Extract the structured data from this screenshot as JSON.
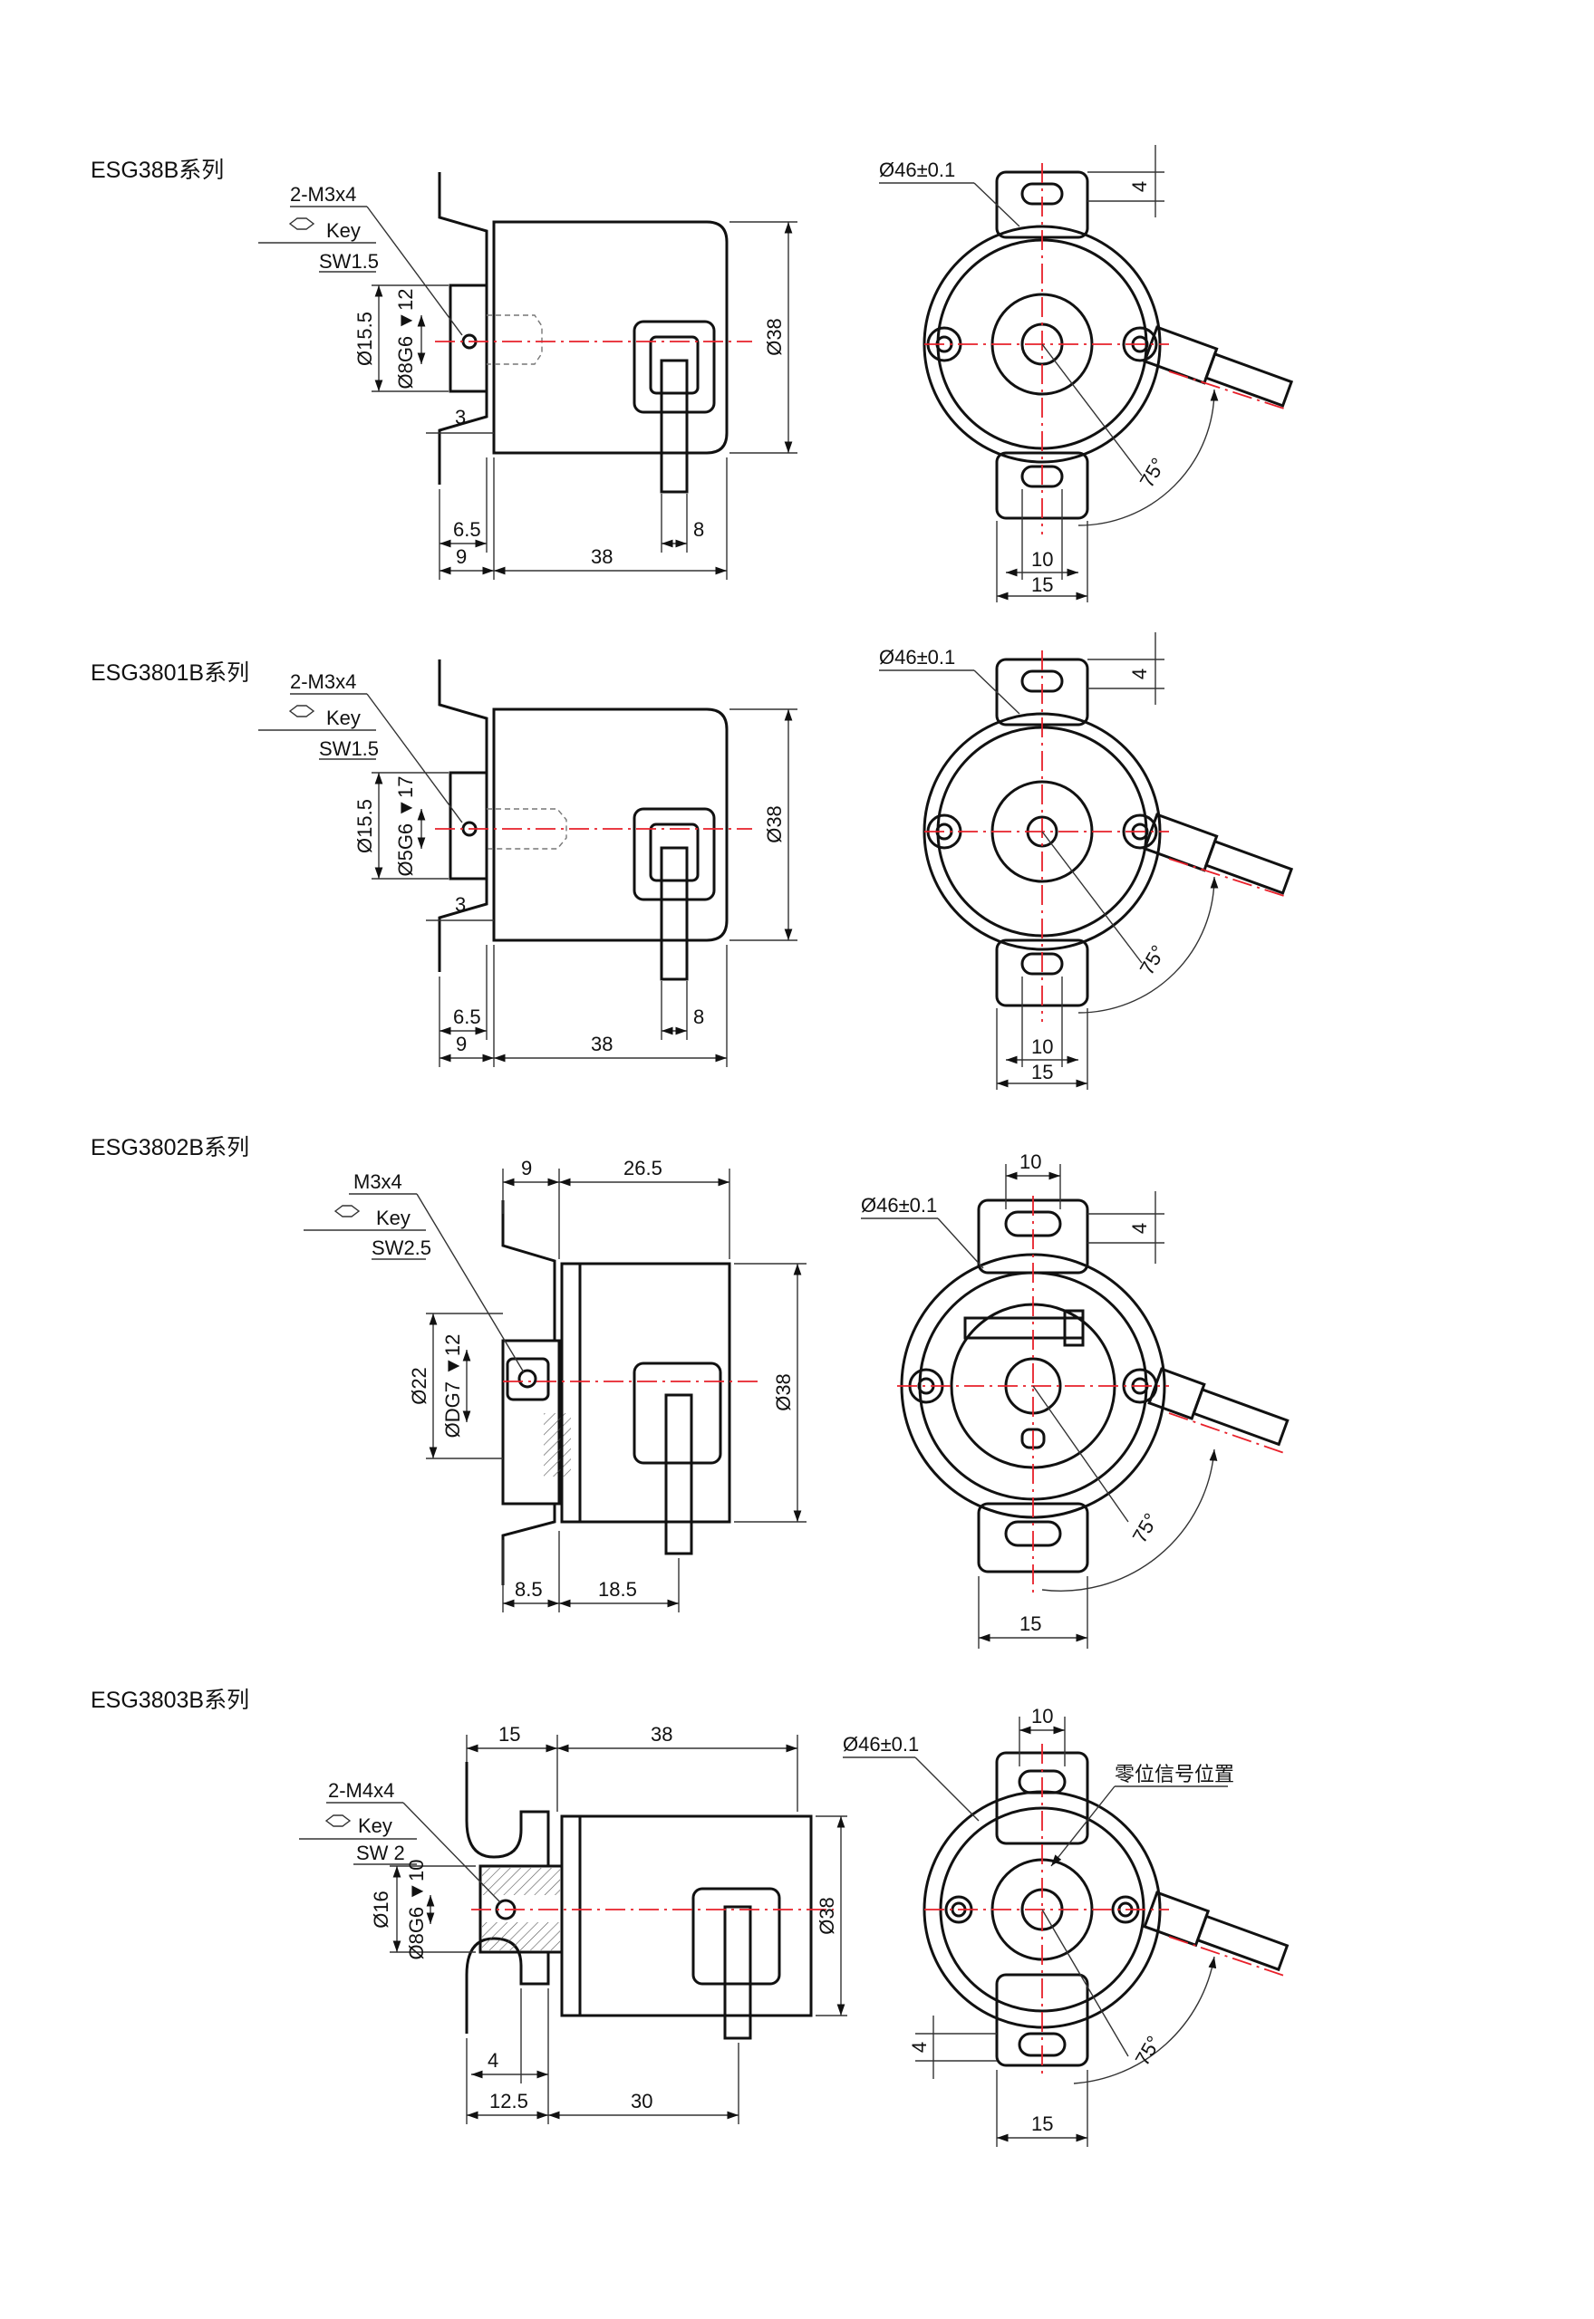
{
  "series": [
    {
      "title": "ESG38B系列",
      "side": {
        "thread": "2-M3x4",
        "key": "Key",
        "sw": "SW1.5",
        "d_hub": "Ø15.5",
        "d_bore": "Ø8G6 ▼12",
        "d_body": "Ø38",
        "d_step": "3",
        "d_flange": "6.5",
        "d_cable": "8",
        "d_left": "9",
        "d_len": "38"
      },
      "front": {
        "d_pcd": "Ø46±0.1",
        "d_tab_h": "4",
        "d_slot": "10",
        "d_tab_w": "15",
        "angle": "75°"
      }
    },
    {
      "title": "ESG3801B系列",
      "side": {
        "thread": "2-M3x4",
        "key": "Key",
        "sw": "SW1.5",
        "d_hub": "Ø15.5",
        "d_bore": "Ø5G6 ▼17",
        "d_body": "Ø38",
        "d_step": "3",
        "d_flange": "6.5",
        "d_cable": "8",
        "d_left": "9",
        "d_len": "38"
      },
      "front": {
        "d_pcd": "Ø46±0.1",
        "d_tab_h": "4",
        "d_slot": "10",
        "d_tab_w": "15",
        "angle": "75°"
      }
    },
    {
      "title": "ESG3802B系列",
      "side": {
        "thread": "M3x4",
        "key": "Key",
        "sw": "SW2.5",
        "d_hub": "Ø22",
        "d_bore": "ØDG7 ▼12",
        "d_body": "Ø38",
        "d_top_left": "9",
        "d_top_len": "26.5",
        "d_bot_left": "8.5",
        "d_bot_len": "18.5"
      },
      "front": {
        "d_pcd": "Ø46±0.1",
        "d_tab_h": "4",
        "d_slot": "10",
        "d_tab_w": "15",
        "angle": "75°"
      }
    },
    {
      "title": "ESG3803B系列",
      "side": {
        "thread": "2-M4x4",
        "key": "Key",
        "sw": "SW 2",
        "d_hub": "Ø16",
        "d_bore": "Ø8G6 ▼10",
        "d_body": "Ø38",
        "d_top_left": "15",
        "d_top_len": "38",
        "d_step": "4",
        "d_bot_left": "12.5",
        "d_bot_len": "30"
      },
      "front": {
        "d_pcd": "Ø46±0.1",
        "d_tab_h": "4",
        "d_slot": "10",
        "d_tab_w": "15",
        "angle": "75°",
        "note": "零位信号位置"
      }
    }
  ],
  "colors": {
    "line": "#111111",
    "center_line": "#e8202a",
    "hidden": "#777777"
  }
}
